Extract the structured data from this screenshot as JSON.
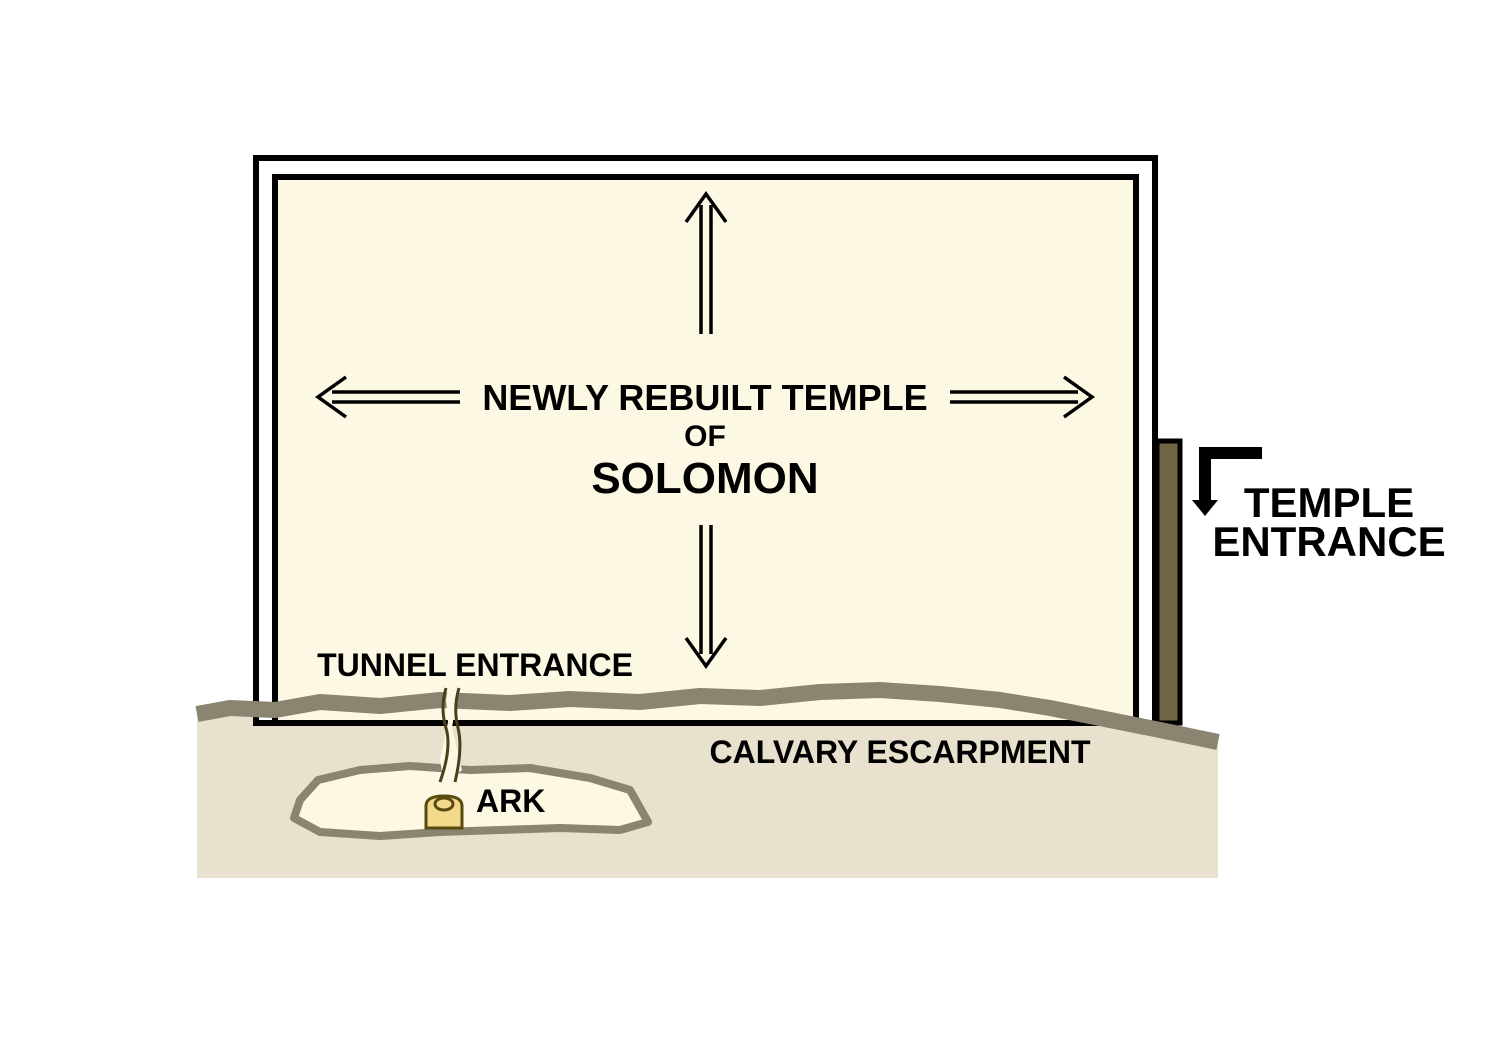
{
  "labels": {
    "temple_line1": "NEWLY REBUILT TEMPLE",
    "temple_line2": "OF",
    "temple_line3": "SOLOMON",
    "temple_entrance_line1": "TEMPLE",
    "temple_entrance_line2": "ENTRANCE",
    "tunnel_entrance": "TUNNEL ENTRANCE",
    "escarpment": "CALVARY ESCARPMENT",
    "ark": "ARK"
  },
  "colors": {
    "temple_fill": "#fdf8e4",
    "ground_fill": "#e8e1cd",
    "ground_edge": "#8a8470",
    "cave_fill": "#fcf8e3",
    "door_fill": "#6e6545",
    "ark_fill": "#f3d98a",
    "ark_stroke": "#5a4a10",
    "tunnel_stroke": "#4a3f1a",
    "tunnel_fill": "#fdf8e4"
  }
}
